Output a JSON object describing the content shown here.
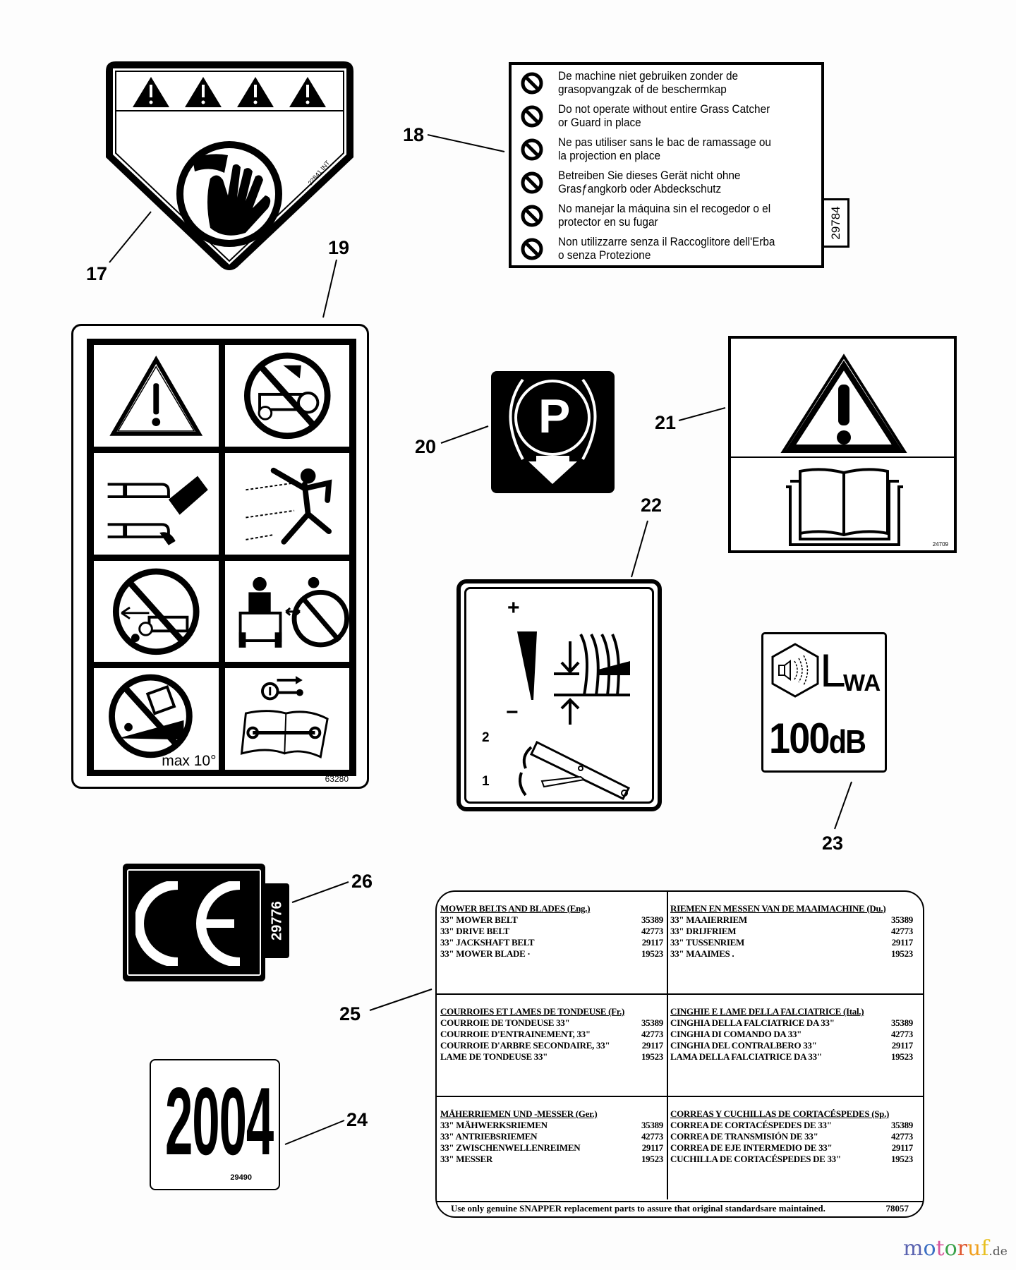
{
  "diagram": {
    "type": "parts-diagram-decals",
    "watermark": {
      "letters": [
        "m",
        "o",
        "t",
        "o",
        "r",
        "u",
        "f"
      ],
      "colors": [
        "#5a63b0",
        "#3b6fc4",
        "#d8559a",
        "#3aa24a",
        "#e0572f",
        "#f0a020",
        "#e8c020"
      ],
      "suffix": ".de"
    }
  },
  "callouts": [
    {
      "num": "17",
      "target": "label-17"
    },
    {
      "num": "18",
      "target": "label-18"
    },
    {
      "num": "19",
      "target": "label-19"
    },
    {
      "num": "20",
      "target": "label-20"
    },
    {
      "num": "21",
      "target": "label-21"
    },
    {
      "num": "22",
      "target": "label-22"
    },
    {
      "num": "23",
      "target": "label-23"
    },
    {
      "num": "24",
      "target": "label-24"
    },
    {
      "num": "25",
      "target": "label-25"
    },
    {
      "num": "26",
      "target": "label-26"
    }
  ],
  "label17": {
    "code": "22841 INT",
    "icons": [
      "warning-triangle",
      "warning-triangle",
      "warning-triangle",
      "warning-triangle",
      "hand-blade-hazard"
    ]
  },
  "label18": {
    "code": "29784",
    "lines": [
      {
        "l1": "De machine niet gebruiken zonder de",
        "l2": "grasopvangzak of de beschermkap"
      },
      {
        "l1": "Do not operate without entire Grass Catcher",
        "l2": "or Guard in place"
      },
      {
        "l1": "Ne pas utiliser sans le bac de ramassage ou",
        "l2": "la projection en place"
      },
      {
        "l1": "Betreiben Sie dieses Gerät nicht ohne",
        "l2": "Grasƒangkorb oder Abdeckschutz"
      },
      {
        "l1": "No manejar la máquina sin el recogedor o el",
        "l2": "protector en su fugar"
      },
      {
        "l1": "Non utilizzarre senza il Raccoglitore dell'Erba",
        "l2": "o senza Protezione"
      }
    ]
  },
  "label19": {
    "code": "63280",
    "slope_text": "max 10°",
    "panels": [
      "warning-triangle",
      "no-riding-passengers",
      "blade-hand-foot-hazard",
      "thrown-objects",
      "no-reverse-children",
      "keep-bystanders-away",
      "no-slope-over-10",
      "remove-key-read-manual"
    ]
  },
  "label20": {
    "letter": "P",
    "icon": "parking-brake"
  },
  "label21": {
    "code": "24709",
    "icons": [
      "warning-triangle",
      "read-manual-book"
    ]
  },
  "label22": {
    "plus": "+",
    "minus": "−",
    "step2": "2",
    "step1": "1",
    "icon": "cutting-height-lever"
  },
  "label23": {
    "L": "L",
    "sub": "WA",
    "value": "100",
    "unit": "dB"
  },
  "label24": {
    "year": "2004",
    "code": "29490"
  },
  "label26": {
    "mark": "CE",
    "code": "29776"
  },
  "label25": {
    "sections": [
      {
        "header": "MOWER BELTS AND BLADES  (Eng.)",
        "items": [
          {
            "name": "33\" MOWER BELT",
            "part": "35389"
          },
          {
            "name": "33\" DRIVE BELT",
            "part": "42773"
          },
          {
            "name": "33\" JACKSHAFT BELT",
            "part": "29117"
          },
          {
            "name": "33\" MOWER BLADE  ·",
            "part": "19523"
          }
        ]
      },
      {
        "header": "RIEMEN EN MESSEN VAN DE MAAIMACHINE (Du.)",
        "items": [
          {
            "name": "33\" MAAIERRIEM",
            "part": "35389"
          },
          {
            "name": "33\" DRIJFRIEM",
            "part": "42773"
          },
          {
            "name": "33\" TUSSENRIEM",
            "part": "29117"
          },
          {
            "name": "33\" MAAIMES .",
            "part": "19523"
          }
        ]
      },
      {
        "header": "COURROIES ET LAMES DE TONDEUSE (Fr.)",
        "items": [
          {
            "name": "COURROIE DE TONDEUSE 33\"",
            "part": "35389"
          },
          {
            "name": "COURROIE D'ENTRAINEMENT, 33\"",
            "part": "42773"
          },
          {
            "name": "COURROIE D'ARBRE SECONDAIRE, 33\"",
            "part": "29117"
          },
          {
            "name": "LAME DE TONDEUSE 33\"",
            "part": "19523"
          }
        ]
      },
      {
        "header": "CINGHIE E LAME DELLA FALCIATRICE (Ital.)",
        "items": [
          {
            "name": "CINGHIA DELLA FALCIATRICE DA 33\"",
            "part": "35389"
          },
          {
            "name": "CINGHIA DI COMANDO DA 33\"",
            "part": "42773"
          },
          {
            "name": "CINGHIA DEL CONTRALBERO 33\"",
            "part": "29117"
          },
          {
            "name": "LAMA DELLA FALCIATRICE DA 33\"",
            "part": "19523"
          }
        ]
      },
      {
        "header": "MÄHERRIEMEN UND -MESSER  (Ger.)",
        "items": [
          {
            "name": "33\" MÄHWERKSRIEMEN",
            "part": "35389"
          },
          {
            "name": "33\" ANTRIEBSRIEMEN",
            "part": "42773"
          },
          {
            "name": "33\" ZWISCHENWELLENREIMEN",
            "part": "29117"
          },
          {
            "name": "33\" MESSER",
            "part": "19523"
          }
        ]
      },
      {
        "header": "CORREAS Y CUCHILLAS DE CORTACÉSPEDES (Sp.)",
        "items": [
          {
            "name": "CORREA DE CORTACÉSPEDES DE 33\"",
            "part": "35389"
          },
          {
            "name": "CORREA DE TRANSMISIÓN DE 33\"",
            "part": "42773"
          },
          {
            "name": "CORREA DE EJE INTERMEDIO DE 33\"",
            "part": "29117"
          },
          {
            "name": "CUCHILLA DE CORTACÉSPEDES DE 33\"",
            "part": "19523"
          }
        ]
      }
    ],
    "footer": "Use only genuine SNAPPER replacement parts to assure that original standardsare maintained.",
    "code": "78057"
  }
}
